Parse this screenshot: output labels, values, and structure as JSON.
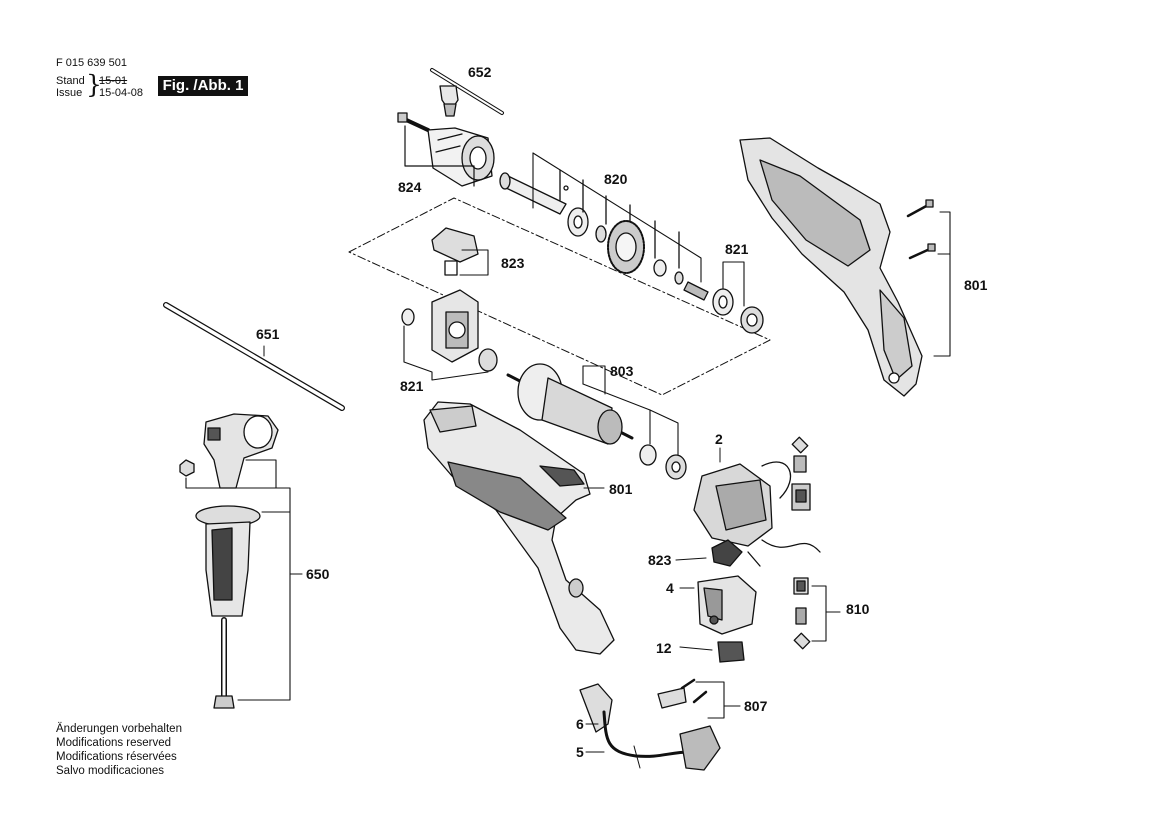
{
  "header": {
    "doc_number": "F 015 639 501",
    "stand_label": "Stand",
    "issue_label": "Issue",
    "stand_value": "15-01",
    "issue_value": "15-04-08",
    "figure_label": "Fig. /Abb. 1"
  },
  "part_labels": {
    "p652": "652",
    "p824": "824",
    "p820": "820",
    "p821a": "821",
    "p801a": "801",
    "p823a": "823",
    "p651": "651",
    "p821b": "821",
    "p803": "803",
    "p2": "2",
    "p801b": "801",
    "p823b": "823",
    "p650": "650",
    "p4": "4",
    "p810": "810",
    "p12": "12",
    "p807": "807",
    "p6": "6",
    "p5": "5"
  },
  "notes": [
    "Änderungen vorbehalten",
    "Modifications reserved",
    "Modifications réservées",
    "Salvo modificaciones"
  ]
}
